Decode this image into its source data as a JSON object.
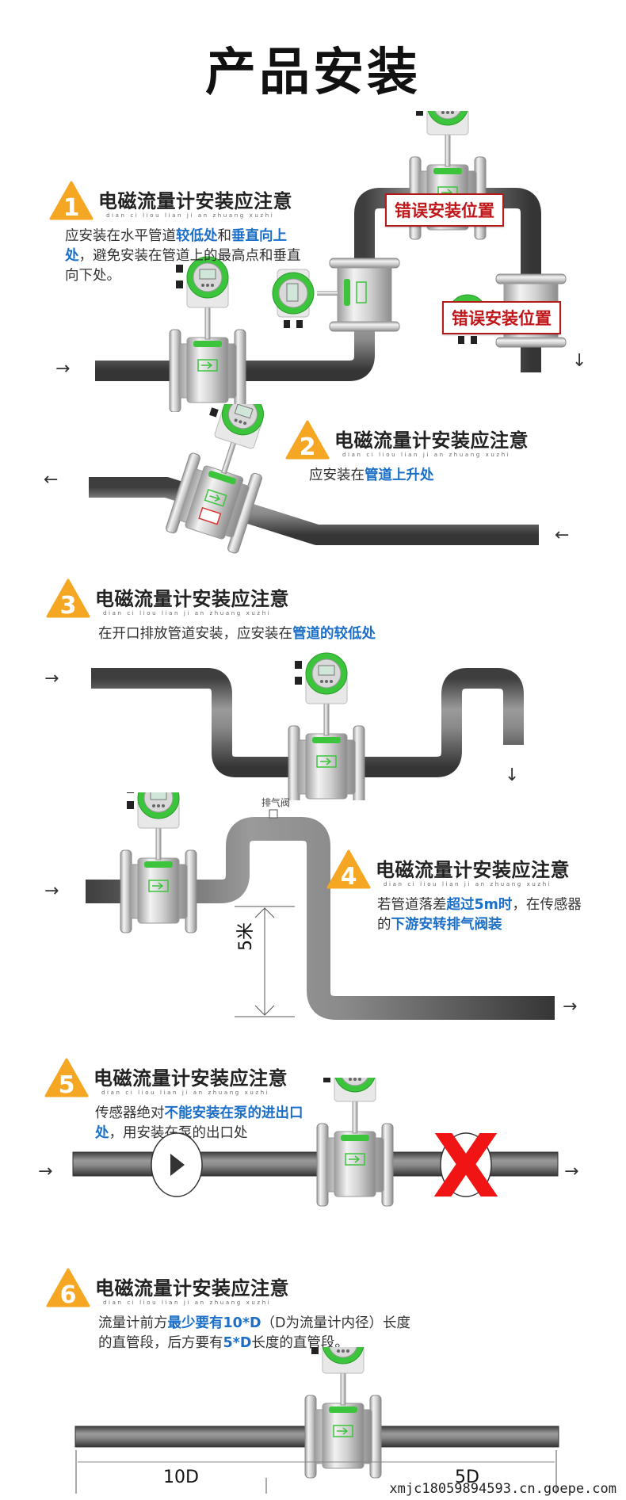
{
  "page": {
    "title": "产品安装",
    "watermark": "xmjc18059894593.cn.goepe.com"
  },
  "colors": {
    "badge": "#f5a623",
    "highlight": "#1c6fc8",
    "error_red": "#c0171b",
    "meter_green": "#3cc43c",
    "pipe_gray": "#6b6b6b"
  },
  "notes": [
    {
      "number": "1",
      "heading": "电磁流量计安装应注意",
      "pinyin": "dian ci liou lian ji an zhuang xuzhi",
      "desc_parts": [
        {
          "text": "应安装在水平管道",
          "hl": false
        },
        {
          "text": "较低处",
          "hl": true
        },
        {
          "text": "和",
          "hl": false
        },
        {
          "text": "垂直向上处",
          "hl": true
        },
        {
          "text": "，避免安装在管道上的最高点和垂直向下处。",
          "hl": false
        }
      ],
      "error_labels": [
        "错误安装位置",
        "错误安装位置"
      ]
    },
    {
      "number": "2",
      "heading": "电磁流量计安装应注意",
      "pinyin": "dian ci liou lian ji an zhuang xuzhi",
      "desc_parts": [
        {
          "text": "应安装在",
          "hl": false
        },
        {
          "text": "管道上升处",
          "hl": true
        }
      ]
    },
    {
      "number": "3",
      "heading": "电磁流量计安装应注意",
      "pinyin": "dian ci liou lian ji an zhuang xuzhi",
      "desc_parts": [
        {
          "text": "在开口排放管道安装，应安装在",
          "hl": false
        },
        {
          "text": "管道的较低处",
          "hl": true
        }
      ]
    },
    {
      "number": "4",
      "heading": "电磁流量计安装应注意",
      "pinyin": "dian ci liou lian ji an zhuang xuzhi",
      "desc_parts": [
        {
          "text": "若管道落差",
          "hl": false
        },
        {
          "text": "超过5m时",
          "hl": true
        },
        {
          "text": "，在传感器的",
          "hl": false
        },
        {
          "text": "下游安转排气阀装",
          "hl": true
        }
      ],
      "valve_label": "排气阀",
      "height_label": "5米"
    },
    {
      "number": "5",
      "heading": "电磁流量计安装应注意",
      "pinyin": "dian ci liou lian ji an zhuang xuzhi",
      "desc_parts": [
        {
          "text": "传感器绝对",
          "hl": false
        },
        {
          "text": "不能安装在泵的进出口处",
          "hl": true
        },
        {
          "text": "，用安装在泵的出口处",
          "hl": false
        }
      ],
      "wrong_mark": "X"
    },
    {
      "number": "6",
      "heading": "电磁流量计安装应注意",
      "pinyin": "dian ci liou lian ji an zhuang xuzhi",
      "desc_parts": [
        {
          "text": "流量计前方",
          "hl": false
        },
        {
          "text": "最少要有10*D",
          "hl": true
        },
        {
          "text": "（D为流量计内径）长度的直管段，后方要有",
          "hl": false
        },
        {
          "text": "5*D",
          "hl": true
        },
        {
          "text": "长度的直管段。",
          "hl": false
        }
      ],
      "upstream_label": "10D",
      "downstream_label": "5D"
    }
  ],
  "arrows": {
    "right": "→",
    "left": "←",
    "down": "↓"
  }
}
